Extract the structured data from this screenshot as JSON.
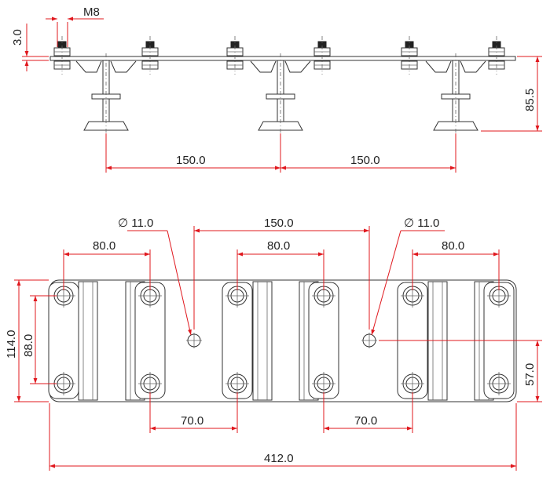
{
  "side_view": {
    "bolt_label": "M8",
    "thickness_label": "3.0",
    "height_label": "85.5",
    "spacing_labels": [
      "150.0",
      "150.0"
    ]
  },
  "top_view": {
    "hole_dia_labels": [
      "∅ 11.0",
      "∅ 11.0"
    ],
    "hole_spacing_label": "150.0",
    "bolt_pitch_labels": [
      "80.0",
      "80.0",
      "80.0"
    ],
    "width_label": "114.0",
    "inner_pitch_label": "88.0",
    "half_width_label": "57.0",
    "offset_labels": [
      "70.0",
      "70.0"
    ],
    "length_label": "412.0"
  },
  "colors": {
    "dimension": "#e0181e",
    "part": "#333333"
  }
}
